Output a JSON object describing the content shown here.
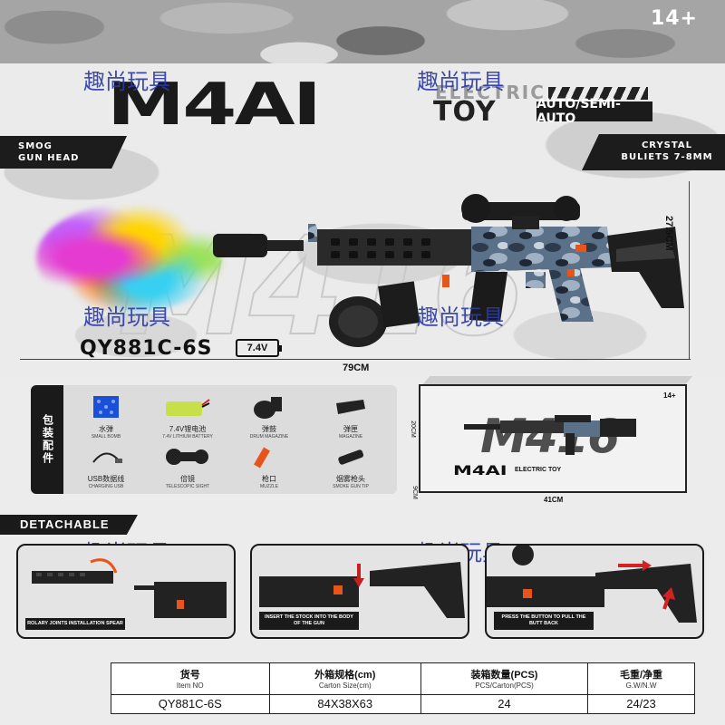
{
  "header": {
    "age_badge": "14+",
    "title": "M4AI",
    "subtitle_small": "ELECTRIC",
    "subtitle_big": "TOY",
    "mode": "AUTO/SEMI-AUTO"
  },
  "ribbons": {
    "left": [
      "SMOG",
      "GUN HEAD"
    ],
    "right": [
      "CRYSTAL",
      "BULIETS 7-8MM"
    ]
  },
  "watermark": "趣尚玩具",
  "background_outline": "M416",
  "product": {
    "model": "QY881C-6S",
    "battery_label": "7.4V",
    "length": "79CM",
    "height": "27.5CM"
  },
  "accessories": {
    "side_label": "包装配件",
    "items": [
      {
        "cn": "水弹",
        "en": "SMALL BOMB",
        "icon": "water-beads-icon"
      },
      {
        "cn": "7.4V锂电池",
        "en": "7.4V LITHIUM BATTERY",
        "icon": "battery-icon"
      },
      {
        "cn": "弹鼓",
        "en": "DRUM MAGAZINE",
        "icon": "drum-magazine-icon"
      },
      {
        "cn": "弹匣",
        "en": "MAGAZINE",
        "icon": "magazine-icon"
      },
      {
        "cn": "USB数据线",
        "en": "CHARGING USB",
        "icon": "usb-cable-icon"
      },
      {
        "cn": "倍镜",
        "en": "TELESCOPIC SIGHT",
        "icon": "scope-icon"
      },
      {
        "cn": "枪口",
        "en": "MUZZLE",
        "icon": "muzzle-icon"
      },
      {
        "cn": "烟雾枪头",
        "en": "SMOKE GUN TIP",
        "icon": "smoke-tip-icon"
      }
    ]
  },
  "box": {
    "title": "M4AI",
    "sub": "ELECTRIC TOY",
    "age": "14+",
    "height": "20CM",
    "depth": "9CM",
    "width": "41CM"
  },
  "detachable": {
    "label": "DETACHABLE",
    "steps": [
      {
        "caption": "ROLARY JOINTS INSTALLATION SPEAR"
      },
      {
        "caption": "INSERT THE STOCK INTO THE BODY OF THE GUN"
      },
      {
        "caption": "PRESS THE BUTTON TO PULL THE BUTT BACK"
      }
    ]
  },
  "spec_table": {
    "headers": [
      {
        "cn": "货号",
        "en": "Item NO"
      },
      {
        "cn": "外箱规格(cm)",
        "en": "Carton Size(cm)"
      },
      {
        "cn": "装箱数量(PCS)",
        "en": "PCS/Carton(PCS)"
      },
      {
        "cn": "毛重/净重",
        "en": "G.W/N.W"
      }
    ],
    "values": [
      "QY881C-6S",
      "84X38X63",
      "24",
      "24/23"
    ]
  },
  "colors": {
    "accent_orange": "#e8551a",
    "dark": "#1a1a1a",
    "camo_blue": "#5b7189",
    "watermark_blue": "#2b3aa8"
  }
}
